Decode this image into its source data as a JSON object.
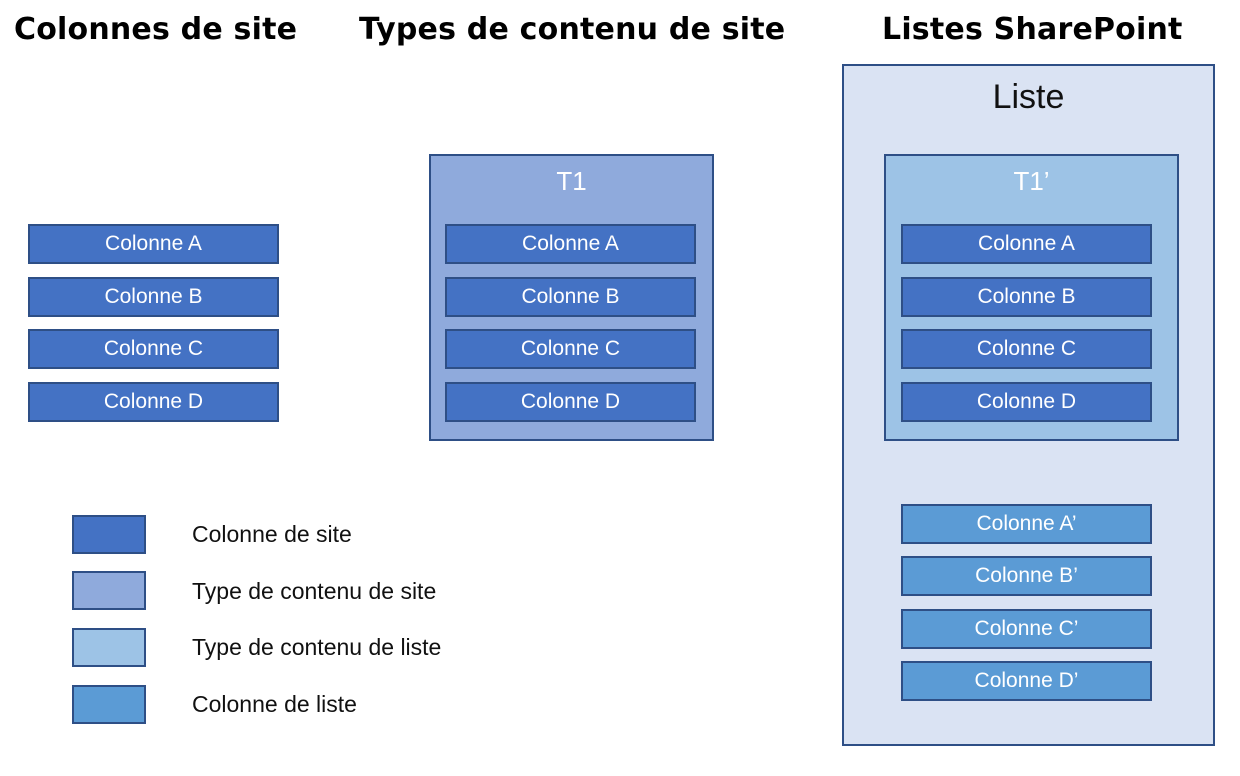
{
  "headings": {
    "site_columns": "Colonnes de site",
    "site_content_types": "Types de contenu de site",
    "sharepoint_lists": "Listes SharePoint"
  },
  "site_columns": [
    "Colonne A",
    "Colonne B",
    "Colonne C",
    "Colonne D"
  ],
  "site_content_type": {
    "title": "T1",
    "columns": [
      "Colonne A",
      "Colonne B",
      "Colonne C",
      "Colonne D"
    ]
  },
  "list": {
    "title": "Liste",
    "content_type": {
      "title": "T1’",
      "columns": [
        "Colonne A",
        "Colonne B",
        "Colonne C",
        "Colonne D"
      ]
    },
    "list_columns": [
      "Colonne A’",
      "Colonne B’",
      "Colonne C’",
      "Colonne D’"
    ]
  },
  "legend": [
    {
      "label": "Colonne de site",
      "color": "#4472c4"
    },
    {
      "label": "Type de contenu de site",
      "color": "#8faadc"
    },
    {
      "label": "Type de contenu de liste",
      "color": "#9dc3e6"
    },
    {
      "label": "Colonne de liste",
      "color": "#5b9bd5"
    }
  ],
  "colors": {
    "site_column": "#4472c4",
    "site_content_type": "#8faadc",
    "list_content_type": "#9dc3e6",
    "list_column": "#5b9bd5",
    "list_container": "#dae3f3",
    "border": "#2e4f86"
  }
}
